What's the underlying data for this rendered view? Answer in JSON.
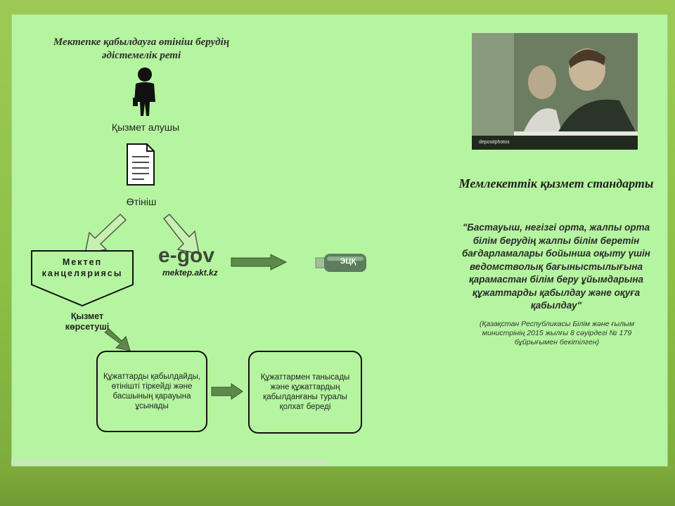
{
  "left_title": "Мектепке қабылдауға өтініш берудің әдістемелік реті",
  "service_receiver": "Қызмет алушы",
  "application": "Өтініш",
  "school_office": "Мектеп канцеляриясы",
  "egov": {
    "logo": "e-gov",
    "url": "mektep.akt.kz"
  },
  "eds_label": "ЭЦҚ",
  "service_provider": "Қызмет көрсетуші",
  "box1": "Құжаттарды қабылдайды, өтінішті тіркейді  және басшының қарауына ұсынады",
  "box2": "Құжаттармен танысады  және құжаттардың қабылданғаны туралы қолхат береді",
  "photo_watermark": "depositphotos",
  "right_title": "Мемлекеттік қызмет стандарты",
  "right_quote": "\"Бастауыш, негізгі орта, жалпы орта білім берудің жалпы білім беретін бағдарламалары бойынша оқыту үшін ведомстволық бағыныстылығына қарамастан білім беру ұйымдарына құжаттарды қабылдау және оқуға қабылдау\"",
  "right_note": "(Қазақстан Республикасы Білім және ғылым министрінің 2015 жылғы 8 сәуірдегі № 179 бұйрығымен бекітілген)",
  "colors": {
    "slide": "#b5f5a0",
    "frame": "#8dbf45",
    "arrow": "#4e7a40"
  }
}
